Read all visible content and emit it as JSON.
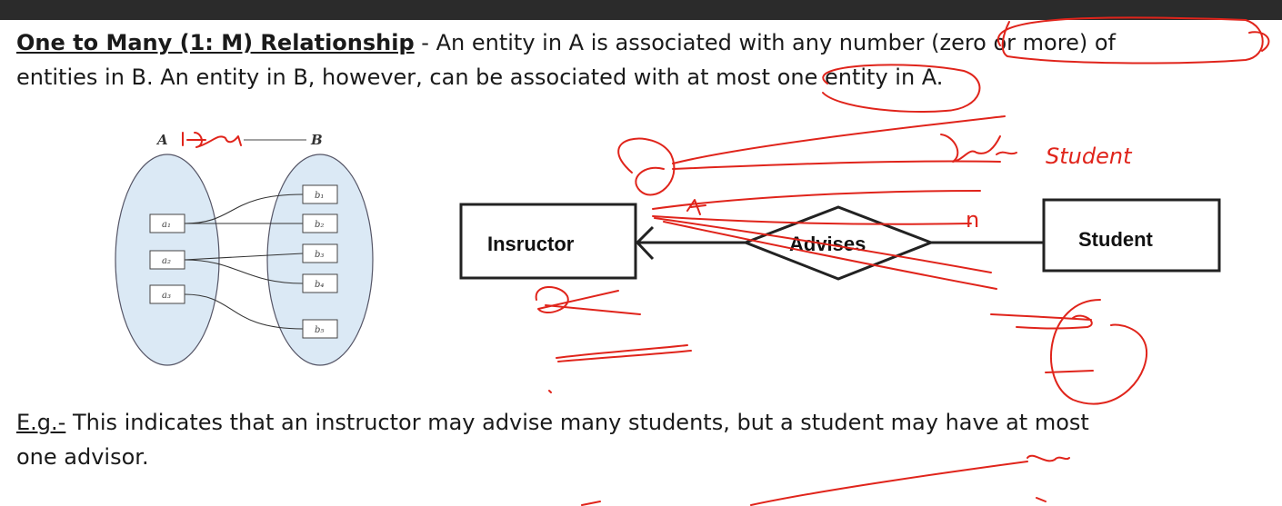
{
  "paragraph1": {
    "term": "One to Many (1: M) Relationship",
    "separator": " - ",
    "line1_rest": "An entity in A is associated with any number (zero or more) of",
    "line2": "entities in B. An entity in B, however, can be associated with at most one entity in A."
  },
  "mapping": {
    "set_a_label": "A",
    "set_b_label": "B",
    "set_a_cells": [
      "a₁",
      "a₂",
      "a₃"
    ],
    "set_b_cells": [
      "b₁",
      "b₂",
      "b₃",
      "b₄",
      "b₅"
    ]
  },
  "er": {
    "entity_left": "Insructor",
    "relationship": "Advises",
    "entity_right": "Student"
  },
  "annotations": {
    "note_n": "n",
    "note_student": "Student"
  },
  "paragraph2": {
    "prefix": "E.g.-",
    "line1_rest": " This indicates that an instructor may advise many students, but a student may have at most",
    "line2": "one advisor."
  },
  "colors": {
    "ink_red": "#e0241b",
    "ellipse_fill": "#dbe9f5",
    "top_bar": "#2b2b2b"
  }
}
